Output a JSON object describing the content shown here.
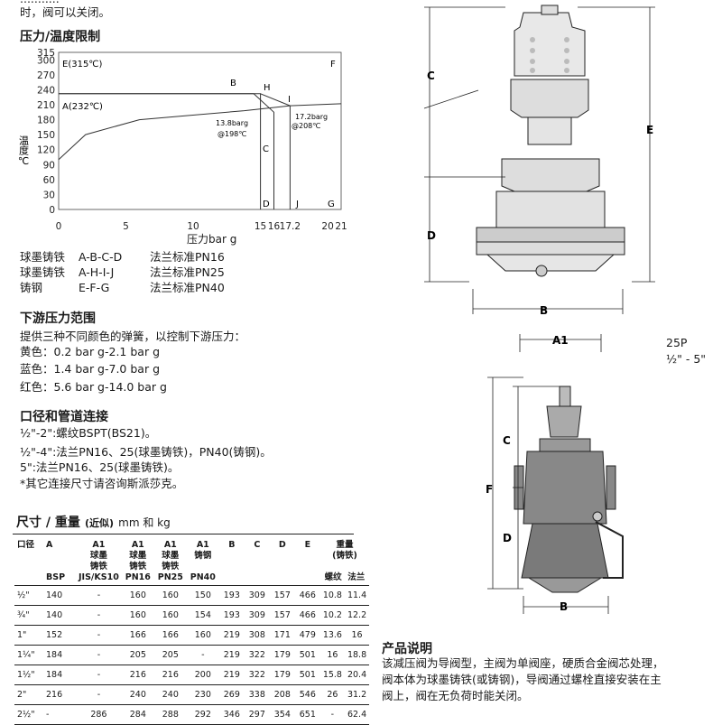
{
  "top_fragment": {
    "line1": "...........",
    "line2": "时，阀可以关闭。"
  },
  "pt_section": {
    "title": "压力/温度限制",
    "chart_data": {
      "type": "line",
      "xlabel": "压力bar g",
      "ylabel": "温度℃",
      "x_ticks": [
        "0",
        "5",
        "10",
        "15",
        "16",
        "17.2",
        "20",
        "21"
      ],
      "y_ticks": [
        "315",
        "300",
        "270",
        "240",
        "210",
        "180",
        "150",
        "120",
        "90",
        "60",
        "30",
        "0"
      ],
      "xlim": [
        0,
        21
      ],
      "ylim": [
        0,
        315
      ],
      "region_labels": [
        "E(315℃)",
        "F",
        "B",
        "H",
        "I",
        "A(232℃)",
        "C",
        "D",
        "J",
        "G"
      ],
      "annotations": [
        "13.8barg",
        "@198℃",
        "17.2barg",
        "@208℃"
      ],
      "series": [
        {
          "name": "",
          "points": [
            [
              0,
              232
            ],
            [
              13,
              232
            ],
            [
              15,
              232
            ],
            [
              15,
              0
            ]
          ]
        },
        {
          "name": "",
          "points": [
            [
              0,
              232
            ],
            [
              14.5,
              232
            ],
            [
              16,
              195
            ],
            [
              16,
              0
            ]
          ]
        },
        {
          "name": "",
          "points": [
            [
              15,
              232
            ],
            [
              17.2,
              208
            ],
            [
              17.2,
              0
            ]
          ]
        },
        {
          "name": "",
          "points": [
            [
              0,
              100
            ],
            [
              2,
              150
            ],
            [
              6,
              180
            ],
            [
              13.8,
              198
            ],
            [
              17.2,
              208
            ],
            [
              21,
              212
            ]
          ]
        }
      ]
    },
    "legend": [
      {
        "material": "球墨铸铁",
        "curve": "A-B-C-D",
        "rating": "法兰标准PN16"
      },
      {
        "material": "球墨铸铁",
        "curve": "A-H-I-J",
        "rating": "法兰标准PN25"
      },
      {
        "material": "铸钢",
        "curve": "E-F-G",
        "rating": "法兰标准PN40"
      }
    ]
  },
  "downstream": {
    "title": "下游压力范围",
    "intro": "提供三种不同颜色的弹簧，以控制下游压力：",
    "items": [
      "黄色：0.2 bar g-2.1 bar g",
      "蓝色：1.4 bar g-7.0 bar g",
      "红色：5.6 bar g-14.0 bar g"
    ]
  },
  "connections": {
    "title": "口径和管道连接",
    "items": [
      "½\"-2\":螺纹BSPT(BS21)。",
      "½\"-4\":法兰PN16、25(球墨铸铁)，PN40(铸钢)。",
      "5\":法兰PN16、25(球墨铸铁)。",
      "*其它连接尺寸请咨询斯派莎克。"
    ]
  },
  "dimensions": {
    "title_bold": "尺寸 / 重量",
    "title_paren": "(近似)",
    "title_units": "mm 和 kg",
    "header": {
      "size": "口径",
      "a": "A",
      "a_bsp": "BSP",
      "a1_jis": "A1",
      "a1_jis_sub": "JIS/KS10",
      "a1_pn16": "A1",
      "a1_pn16_m": "球墨",
      "a1_pn16_m2": "铸铁",
      "a1_pn16_sub": "PN16",
      "a1_pn25": "A1",
      "a1_pn25_m": "球墨",
      "a1_pn25_m2": "铸铁",
      "a1_pn25_sub": "PN25",
      "a1_pn40": "A1",
      "a1_pn40_m": "铸钢",
      "a1_pn40_sub": "PN40",
      "a1_jis_m": "球墨",
      "a1_jis_m2": "铸铁",
      "b": "B",
      "c": "C",
      "d": "D",
      "e": "E",
      "weight": "重量",
      "weight_m": "(铸铁)",
      "weight_screw": "螺纹",
      "weight_flange": "法兰"
    },
    "rows": [
      [
        "½\"",
        "140",
        "-",
        "160",
        "160",
        "150",
        "193",
        "309",
        "157",
        "466",
        "10.8",
        "11.4"
      ],
      [
        "¾\"",
        "140",
        "-",
        "160",
        "160",
        "154",
        "193",
        "309",
        "157",
        "466",
        "10.2",
        "12.2"
      ],
      [
        "1\"",
        "152",
        "-",
        "166",
        "166",
        "160",
        "219",
        "308",
        "171",
        "479",
        "13.6",
        "16"
      ],
      [
        "1¼\"",
        "184",
        "-",
        "205",
        "205",
        "-",
        "219",
        "322",
        "179",
        "501",
        "16",
        "18.8"
      ],
      [
        "1½\"",
        "184",
        "-",
        "216",
        "216",
        "200",
        "219",
        "322",
        "179",
        "501",
        "15.8",
        "20.4"
      ],
      [
        "2\"",
        "216",
        "-",
        "240",
        "240",
        "230",
        "269",
        "338",
        "208",
        "546",
        "26",
        "31.2"
      ],
      [
        "2½\"",
        "-",
        "286",
        "284",
        "288",
        "292",
        "346",
        "297",
        "354",
        "651",
        "-",
        "62.4"
      ]
    ]
  },
  "drawings": {
    "top_labels": {
      "c": "C",
      "e": "E",
      "d": "D",
      "b": "B"
    },
    "bottom_labels": {
      "a1": "A1",
      "c": "C",
      "f": "F",
      "d": "D",
      "b": "B"
    },
    "model": "25P",
    "model_sizes": "½\" - 5\""
  },
  "description": {
    "title": "产品说明",
    "lines": [
      "该减压阀为导阀型，主阀为单阀座，硬质合金阀芯处理，",
      "阀本体为球墨铸铁(或铸钢)，导阀通过螺栓直接安装在主",
      "阀上，阀在无负荷时能关闭。"
    ]
  }
}
